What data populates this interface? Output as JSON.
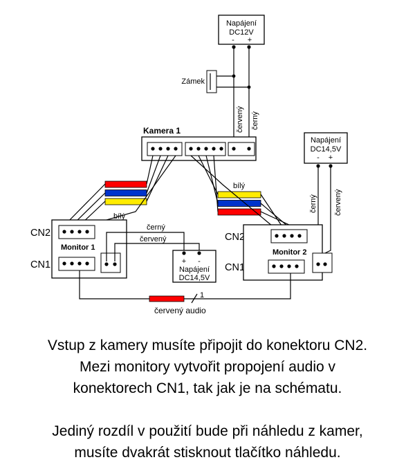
{
  "diagram": {
    "psu_top": {
      "name": "Napájení",
      "voltage": "DC12V",
      "minus": "-",
      "plus": "+"
    },
    "psu_right": {
      "name": "Napájení",
      "voltage": "DC14,5V",
      "minus": "-",
      "plus": "+"
    },
    "psu_bottom": {
      "name": "Napájení",
      "voltage": "DC14,5V",
      "plus": "+",
      "minus": "-"
    },
    "camera_label": "Kamera 1",
    "lock_label": "Zámek",
    "monitor1": {
      "cn2": "CN2",
      "name": "Monitor 1",
      "cn1": "CN1"
    },
    "monitor2": {
      "cn2": "CN2",
      "name": "Monitor 2",
      "cn1": "CN1"
    },
    "wire_labels": {
      "cerveny": "červený",
      "cerny": "černý",
      "bily": "bílý",
      "audio": "červený audio",
      "audio_wire_number": "1"
    },
    "wire_colors": {
      "red": "#ff0000",
      "blue": "#0033cc",
      "yellow": "#ffec00"
    }
  },
  "caption": {
    "paragraph1": [
      "Vstup z kamery musíte připojit do konektoru CN2.",
      "Mezi monitory vytvořit propojení audio v",
      "konektorech CN1, tak jak je na schématu."
    ],
    "paragraph2": [
      "Jediný rozdíl v použití bude při náhledu z kamer,",
      "musíte dvakrát stisknout tlačítko náhledu."
    ]
  }
}
